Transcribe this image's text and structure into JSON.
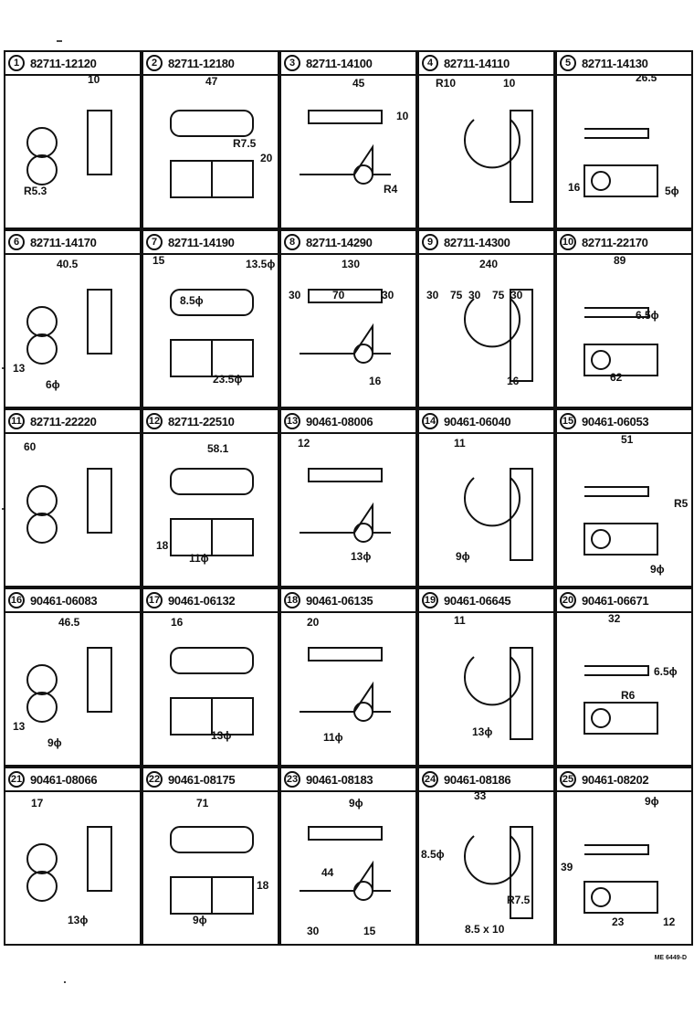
{
  "parts": [
    {
      "no": "1",
      "part": "82711-12120",
      "dims": [
        "10",
        "R5.3"
      ]
    },
    {
      "no": "2",
      "part": "82711-12180",
      "dims": [
        "47",
        "R7.5",
        "20"
      ]
    },
    {
      "no": "3",
      "part": "82711-14100",
      "dims": [
        "45",
        "10",
        "R4"
      ]
    },
    {
      "no": "4",
      "part": "82711-14110",
      "dims": [
        "R10",
        "10"
      ]
    },
    {
      "no": "5",
      "part": "82711-14130",
      "dims": [
        "26.5",
        "16",
        "5ϕ"
      ]
    },
    {
      "no": "6",
      "part": "82711-14170",
      "dims": [
        "40.5",
        "13",
        "6ϕ"
      ]
    },
    {
      "no": "7",
      "part": "82711-14190",
      "dims": [
        "15",
        "13.5ϕ",
        "8.5ϕ",
        "23.5ϕ"
      ]
    },
    {
      "no": "8",
      "part": "82711-14290",
      "dims": [
        "130",
        "30",
        "70",
        "30",
        "16"
      ]
    },
    {
      "no": "9",
      "part": "82711-14300",
      "dims": [
        "240",
        "30",
        "75",
        "30",
        "75",
        "30",
        "16"
      ]
    },
    {
      "no": "10",
      "part": "82711-22170",
      "dims": [
        "89",
        "6.5ϕ",
        "62"
      ]
    },
    {
      "no": "11",
      "part": "82711-22220",
      "dims": [
        "60"
      ]
    },
    {
      "no": "12",
      "part": "82711-22510",
      "dims": [
        "58.1",
        "18",
        "11ϕ"
      ]
    },
    {
      "no": "13",
      "part": "90461-08006",
      "dims": [
        "12",
        "13ϕ"
      ]
    },
    {
      "no": "14",
      "part": "90461-06040",
      "dims": [
        "11",
        "9ϕ"
      ]
    },
    {
      "no": "15",
      "part": "90461-06053",
      "dims": [
        "51",
        "R5",
        "9ϕ"
      ]
    },
    {
      "no": "16",
      "part": "90461-06083",
      "dims": [
        "46.5",
        "13",
        "9ϕ"
      ]
    },
    {
      "no": "17",
      "part": "90461-06132",
      "dims": [
        "16",
        "13ϕ"
      ]
    },
    {
      "no": "18",
      "part": "90461-06135",
      "dims": [
        "20",
        "11ϕ"
      ]
    },
    {
      "no": "19",
      "part": "90461-06645",
      "dims": [
        "11",
        "13ϕ"
      ]
    },
    {
      "no": "20",
      "part": "90461-06671",
      "dims": [
        "32",
        "6.5ϕ",
        "R6"
      ]
    },
    {
      "no": "21",
      "part": "90461-08066",
      "dims": [
        "17",
        "13ϕ"
      ]
    },
    {
      "no": "22",
      "part": "90461-08175",
      "dims": [
        "71",
        "18",
        "9ϕ"
      ]
    },
    {
      "no": "23",
      "part": "90461-08183",
      "dims": [
        "9ϕ",
        "44",
        "30",
        "15"
      ]
    },
    {
      "no": "24",
      "part": "90461-08186",
      "dims": [
        "33",
        "8.5ϕ",
        "R7.5",
        "8.5 x 10"
      ]
    },
    {
      "no": "25",
      "part": "90461-08202",
      "dims": [
        "9ϕ",
        "39",
        "23",
        "12"
      ]
    }
  ],
  "footer": {
    "code": "ME 6449-D"
  }
}
